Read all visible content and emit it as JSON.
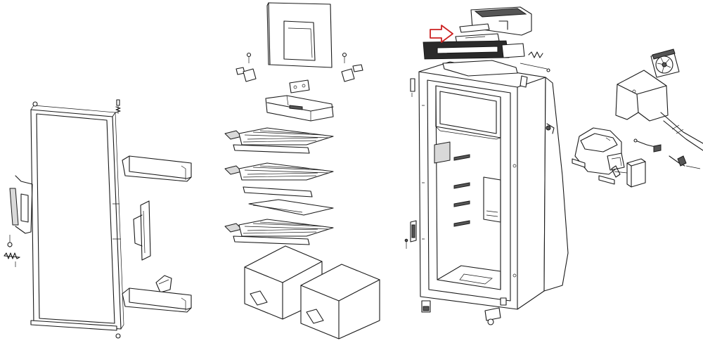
{
  "colors": {
    "line": "#1a1a1a",
    "background": "#ffffff",
    "light_fill": "#d9d9d9",
    "dark_fill": "#555555",
    "highlight_arrow": "#cc2222"
  },
  "icons": [
    "highlight-arrow-icon",
    "fan-icon"
  ],
  "groups": [
    "door-assembly",
    "interior-accessories",
    "cabinet",
    "cooling-unit"
  ]
}
